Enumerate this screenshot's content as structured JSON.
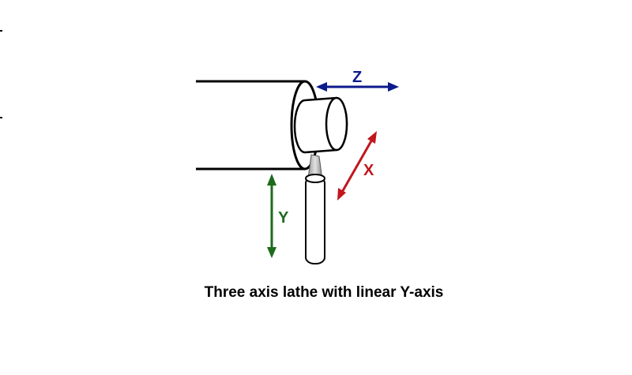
{
  "caption": "Three axis lathe with linear Y-axis",
  "axes": {
    "z": {
      "label": "Z",
      "color": "#0b1a8c"
    },
    "x": {
      "label": "X",
      "color": "#c0171d"
    },
    "y": {
      "label": "Y",
      "color": "#1d6b1a"
    }
  }
}
